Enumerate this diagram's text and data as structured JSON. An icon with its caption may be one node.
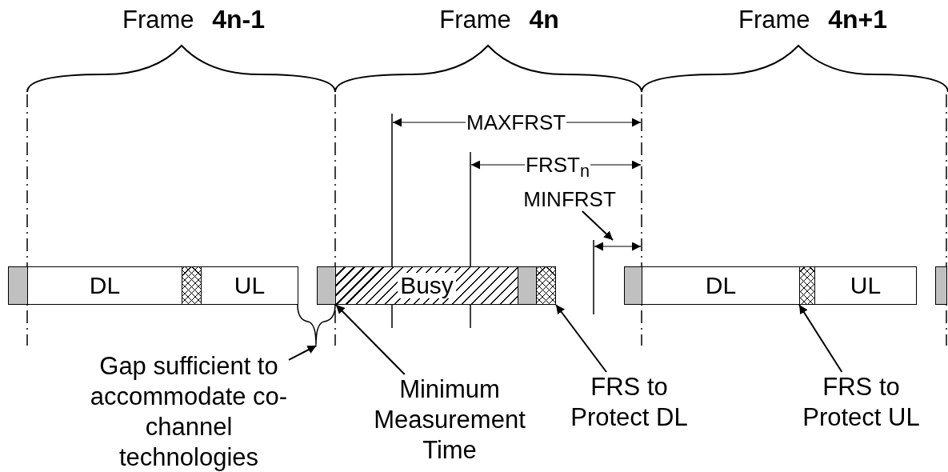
{
  "diagram": {
    "nodes": [
      {
        "text": [],
        "shape": "box"
      },
      {
        "text": [
          "DL"
        ]
      },
      {
        "text": [],
        "shape": "box"
      },
      {
        "text": [
          "UL"
        ]
      },
      {
        "text": [],
        "shape": "box"
      },
      {
        "text": [
          "Busy"
        ]
      },
      {
        "text": [],
        "shape": "box"
      },
      {
        "text": [],
        "shape": "box"
      },
      {
        "text": [],
        "shape": "box"
      },
      {
        "text": [
          "DL"
        ]
      },
      {
        "text": [],
        "shape": "box"
      },
      {
        "text": [
          "UL"
        ]
      },
      {
        "text": [],
        "shape": "box"
      },
      {
        "text": [
          "Gap sufficient to accommodate co-channel technologies"
        ]
      },
      {
        "text": [
          "Minimum Measurement Time"
        ]
      },
      {
        "text": [
          "FRS to Protect DL"
        ]
      },
      {
        "text": [
          "FRS to Protect UL"
        ]
      },
      {
        "text": [
          "MINFRST"
        ]
      },
      {
        "text": [],
        "shape": "brace"
      }
    ],
    "edges": [
      {
        "from": 13,
        "to": 18,
        "arrow": "to"
      },
      {
        "from": 14,
        "to": 4,
        "arrow": "to"
      },
      {
        "from": 15,
        "to": 7,
        "arrow": "to"
      },
      {
        "from": 16,
        "to": 10,
        "arrow": "to"
      },
      {
        "from": 17,
        "to": null,
        "arrow": "to"
      }
    ],
    "labels": [
      "Frame **4n-1**",
      "Frame **4n**",
      "Frame **4n+1**",
      "MAXFRST",
      "FRST$_{n}$"
    ]
  }
}
